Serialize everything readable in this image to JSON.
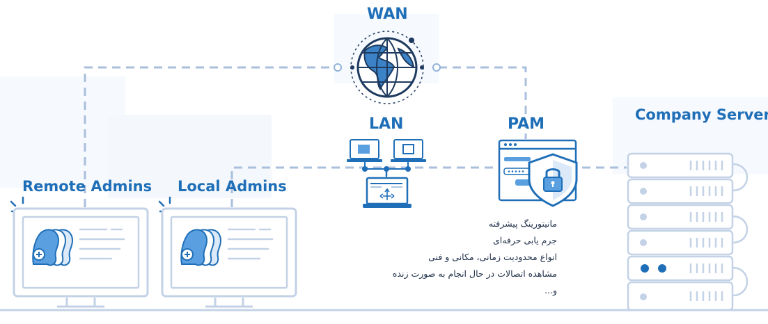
{
  "labels": {
    "wan": "WAN",
    "lan": "LAN",
    "pam": "PAM",
    "company_servers": "Company Servers",
    "remote_admins": "Remote Admins",
    "local_admins": "Local Admins"
  },
  "pam_features": [
    "مانیتورینگ پیشرفته",
    "جرم یابی حرفه‌ای",
    "انواع محدودیت زمانی، مکانی و فنی",
    "مشاهده اتصالات در حال انجام به صورت زنده",
    "و..."
  ],
  "icons": {
    "wan": "globe-icon",
    "lan": "network-computers-icon",
    "pam": "shield-lock-icon",
    "servers": "server-rack-icon",
    "admins": "user-group-icon"
  },
  "colors": {
    "accent": "#1f6fb8",
    "line": "#c3d2e6",
    "dash": "#a9bfdc",
    "fill": "#dbe9f8"
  }
}
